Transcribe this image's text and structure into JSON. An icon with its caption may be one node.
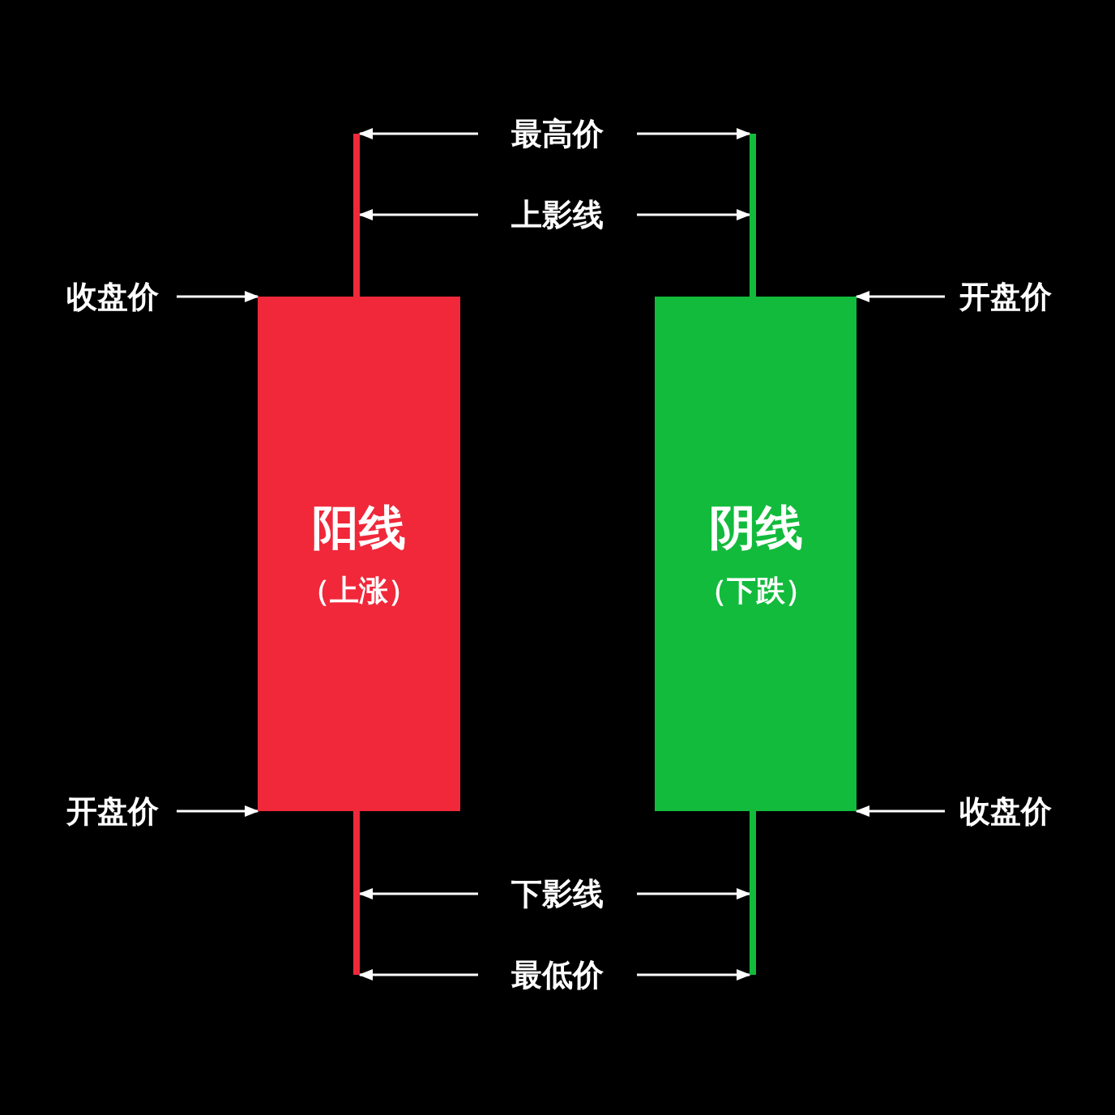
{
  "diagram": {
    "nodes": [
      {
        "text": [
          "最高价"
        ]
      },
      {
        "text": [
          "上影线"
        ]
      },
      {
        "text": [
          "收盘价"
        ]
      },
      {
        "text": [
          "开盘价"
        ]
      },
      {
        "text": [
          "阳线",
          "（上涨）"
        ]
      },
      {
        "text": [
          "阴线",
          "（下跌）"
        ]
      },
      {
        "text": [
          "开盘价"
        ]
      },
      {
        "text": [
          "收盘价"
        ]
      },
      {
        "text": [
          "下影线"
        ]
      },
      {
        "text": [
          "最低价"
        ]
      },
      {
        "text": [],
        "shape": "bar"
      },
      {
        "text": [],
        "shape": "bar"
      },
      {
        "text": [],
        "shape": "bar"
      },
      {
        "text": [],
        "shape": "bar"
      }
    ],
    "edges": [
      {
        "from": 0,
        "to": 10,
        "arrow": "to"
      },
      {
        "from": 0,
        "to": 11,
        "arrow": "to"
      },
      {
        "from": 1,
        "to": 10,
        "arrow": "to"
      },
      {
        "from": 1,
        "to": 11,
        "arrow": "to"
      },
      {
        "from": 2,
        "to": 4,
        "arrow": "to"
      },
      {
        "from": 3,
        "to": 5,
        "arrow": "to"
      },
      {
        "from": 6,
        "to": 4,
        "arrow": "to"
      },
      {
        "from": 7,
        "to": 5,
        "arrow": "to"
      },
      {
        "from": 8,
        "to": 12,
        "arrow": "to"
      },
      {
        "from": 8,
        "to": 13,
        "arrow": "to"
      },
      {
        "from": 9,
        "to": 12,
        "arrow": "to"
      },
      {
        "from": 9,
        "to": 13,
        "arrow": "to"
      }
    ]
  }
}
